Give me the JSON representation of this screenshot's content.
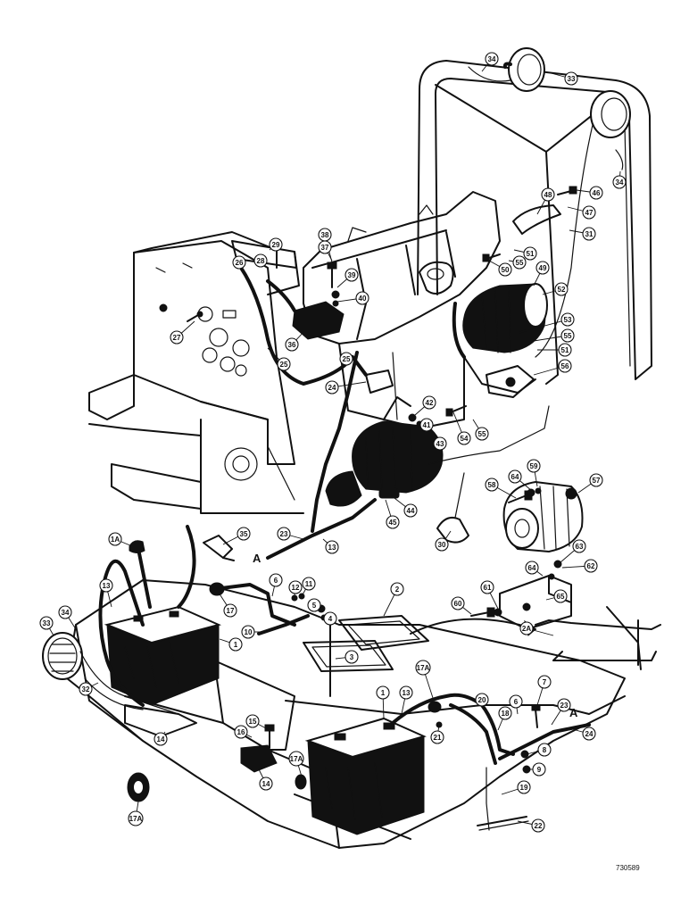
{
  "figure": {
    "code": "730589",
    "connector_marker": "A"
  },
  "callouts": [
    {
      "n": "34"
    },
    {
      "n": "33"
    },
    {
      "n": "34"
    },
    {
      "n": "46"
    },
    {
      "n": "47"
    },
    {
      "n": "48"
    },
    {
      "n": "31"
    },
    {
      "n": "51"
    },
    {
      "n": "55"
    },
    {
      "n": "50"
    },
    {
      "n": "49"
    },
    {
      "n": "52"
    },
    {
      "n": "53"
    },
    {
      "n": "55"
    },
    {
      "n": "51"
    },
    {
      "n": "56"
    },
    {
      "n": "29"
    },
    {
      "n": "28"
    },
    {
      "n": "26"
    },
    {
      "n": "38"
    },
    {
      "n": "37"
    },
    {
      "n": "39"
    },
    {
      "n": "40"
    },
    {
      "n": "27"
    },
    {
      "n": "36"
    },
    {
      "n": "25"
    },
    {
      "n": "25"
    },
    {
      "n": "24"
    },
    {
      "n": "42"
    },
    {
      "n": "41"
    },
    {
      "n": "54"
    },
    {
      "n": "55"
    },
    {
      "n": "43"
    },
    {
      "n": "44"
    },
    {
      "n": "45"
    },
    {
      "n": "64"
    },
    {
      "n": "59"
    },
    {
      "n": "58"
    },
    {
      "n": "57"
    },
    {
      "n": "23"
    },
    {
      "n": "13"
    },
    {
      "n": "30"
    },
    {
      "n": "1A"
    },
    {
      "n": "35"
    },
    {
      "n": "13"
    },
    {
      "n": "17"
    },
    {
      "n": "6"
    },
    {
      "n": "12"
    },
    {
      "n": "11"
    },
    {
      "n": "63"
    },
    {
      "n": "62"
    },
    {
      "n": "64"
    },
    {
      "n": "2"
    },
    {
      "n": "5"
    },
    {
      "n": "4"
    },
    {
      "n": "10"
    },
    {
      "n": "60"
    },
    {
      "n": "61"
    },
    {
      "n": "65"
    },
    {
      "n": "33"
    },
    {
      "n": "34"
    },
    {
      "n": "1"
    },
    {
      "n": "3"
    },
    {
      "n": "32"
    },
    {
      "n": "2A"
    },
    {
      "n": "17A"
    },
    {
      "n": "1"
    },
    {
      "n": "13"
    },
    {
      "n": "20"
    },
    {
      "n": "6"
    },
    {
      "n": "7"
    },
    {
      "n": "18"
    },
    {
      "n": "23"
    },
    {
      "n": "14"
    },
    {
      "n": "15"
    },
    {
      "n": "16"
    },
    {
      "n": "21"
    },
    {
      "n": "24"
    },
    {
      "n": "8"
    },
    {
      "n": "14"
    },
    {
      "n": "17A"
    },
    {
      "n": "9"
    },
    {
      "n": "19"
    },
    {
      "n": "22"
    },
    {
      "n": "17A"
    }
  ]
}
